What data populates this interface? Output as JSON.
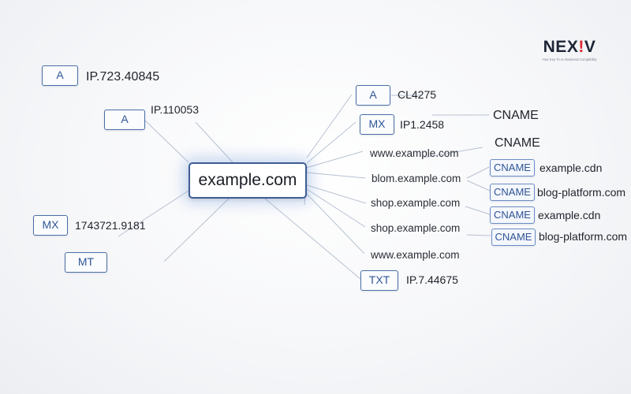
{
  "brand": {
    "logo": "NEX!V",
    "logo_prefix": "NEX",
    "logo_accent": "!",
    "logo_suffix": "V",
    "tagline": "Your Key To An Business Comptibility"
  },
  "domain": {
    "label": "example.com"
  },
  "left_records": [
    {
      "type": "A",
      "value": "IP.723.40845"
    },
    {
      "type": "A",
      "value": "IP.110053"
    },
    {
      "type": "MX",
      "value": "1743721.9181"
    },
    {
      "type": "MT",
      "value": ""
    }
  ],
  "right_records": [
    {
      "type": "A",
      "value": "CL4275"
    },
    {
      "type": "MX",
      "value": "IP1.2458"
    },
    {
      "type": "",
      "value": "CNAME"
    },
    {
      "type": "",
      "value": "CNAME"
    },
    {
      "type": "",
      "value": "www.example.com"
    },
    {
      "type": "",
      "value": "blom.example.com"
    },
    {
      "type": "",
      "value": "shop.example.com"
    },
    {
      "type": "",
      "value": "shop.example.com"
    },
    {
      "type": "",
      "value": "www.example.com"
    },
    {
      "type": "TXT",
      "value": "IP.7.44675"
    }
  ],
  "cname_targets": [
    {
      "type": "CNAME",
      "value": "example.cdn"
    },
    {
      "type": "CNAME",
      "value": "blog-platform.com"
    },
    {
      "type": "CNAME",
      "value": "example.cdn"
    },
    {
      "type": "CNAME",
      "value": "blog-platform.com"
    }
  ],
  "colors": {
    "accent": "#2f5597",
    "border": "#4a6fa5",
    "link": "#b8c2d2",
    "brand_accent": "#e2262f"
  }
}
